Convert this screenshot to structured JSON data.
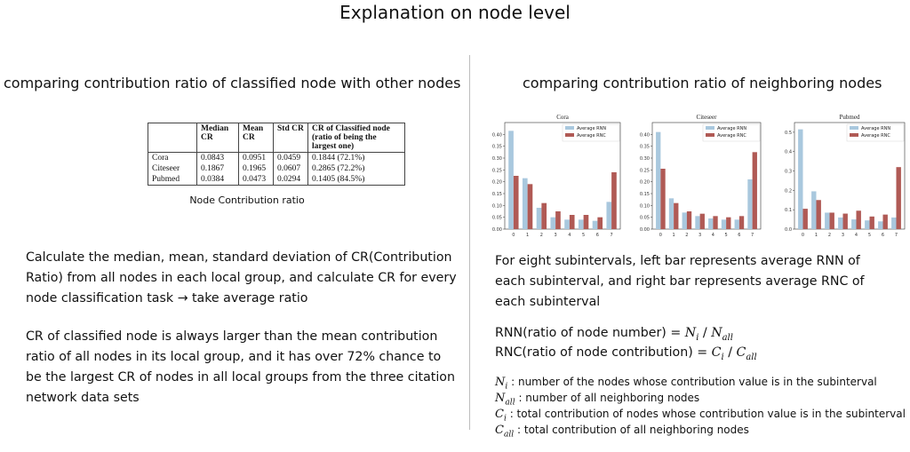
{
  "title": "Explanation on node level",
  "left_heading": "comparing contribution ratio of classified node with other nodes",
  "right_heading": "comparing contribution ratio of neighboring nodes",
  "table": {
    "headers": [
      "",
      "Median CR",
      "Mean CR",
      "Std CR",
      "CR of Classified node (ratio of being the largest one)"
    ],
    "rows": [
      [
        "Cora",
        "0.0843",
        "0.0951",
        "0.0459",
        "0.1844 (72.1%)"
      ],
      [
        "Citeseer",
        "0.1867",
        "0.1965",
        "0.0607",
        "0.2865 (72.2%)"
      ],
      [
        "Pubmed",
        "0.0384",
        "0.0473",
        "0.0294",
        "0.1405 (84.5%)"
      ]
    ],
    "caption": "Node Contribution ratio"
  },
  "para1": "Calculate the median, mean, standard deviation of CR(Contribution Ratio) from all nodes in each local group, and calculate CR for every node classification task → take average ratio",
  "para2": "CR of classified node is always larger than the mean contribution ratio of all nodes in its local group, and it has over 72% chance to be the largest CR of nodes in all local groups from the three citation network data sets",
  "para3": "For eight subintervals, left bar represents average RNN of each subinterval, and right bar represents average RNC of each subinterval",
  "formula1": {
    "label": "RNN(ratio of node number) = ",
    "num": "N",
    "num_sub": "i",
    "den": "N",
    "den_sub": "all"
  },
  "formula2": {
    "label": "RNC(ratio of node contribution) = ",
    "num": "C",
    "num_sub": "i",
    "den": "C",
    "den_sub": "all"
  },
  "definitions": [
    {
      "sym": "N",
      "sub": "i",
      "text": " : number of the nodes whose contribution value is in the subinterval"
    },
    {
      "sym": "N",
      "sub": "all",
      "text": " : number of all neighboring nodes"
    },
    {
      "sym": "C",
      "sub": "i",
      "text": " : total contribution of nodes whose contribution value is in the subinterval"
    },
    {
      "sym": "C",
      "sub": "all",
      "text": " : total contribution of all neighboring nodes"
    }
  ],
  "colors": {
    "rnn": "#a9c8de",
    "rnc": "#b05a55"
  },
  "chart_data": [
    {
      "type": "bar",
      "title": "Cora",
      "categories": [
        "0",
        "1",
        "2",
        "3",
        "4",
        "5",
        "6",
        "7"
      ],
      "series": [
        {
          "name": "Average RNN",
          "values": [
            0.415,
            0.215,
            0.09,
            0.05,
            0.04,
            0.04,
            0.035,
            0.115
          ]
        },
        {
          "name": "Average RNC",
          "values": [
            0.225,
            0.19,
            0.11,
            0.075,
            0.06,
            0.06,
            0.05,
            0.24
          ]
        }
      ],
      "ylim": [
        0,
        0.45
      ],
      "yticks": [
        "0.00",
        "0.05",
        "0.10",
        "0.15",
        "0.20",
        "0.25",
        "0.30",
        "0.35",
        "0.40"
      ],
      "legend": "top-right"
    },
    {
      "type": "bar",
      "title": "Citeseer",
      "categories": [
        "0",
        "1",
        "2",
        "3",
        "4",
        "5",
        "6",
        "7"
      ],
      "series": [
        {
          "name": "Average RNN",
          "values": [
            0.41,
            0.13,
            0.07,
            0.055,
            0.045,
            0.04,
            0.04,
            0.21
          ]
        },
        {
          "name": "Average RNC",
          "values": [
            0.255,
            0.11,
            0.075,
            0.065,
            0.055,
            0.05,
            0.055,
            0.325
          ]
        }
      ],
      "ylim": [
        0,
        0.45
      ],
      "yticks": [
        "0.00",
        "0.05",
        "0.10",
        "0.15",
        "0.20",
        "0.25",
        "0.30",
        "0.35",
        "0.40"
      ],
      "legend": "top-right"
    },
    {
      "type": "bar",
      "title": "Pubmed",
      "categories": [
        "0",
        "1",
        "2",
        "3",
        "4",
        "5",
        "6",
        "7"
      ],
      "series": [
        {
          "name": "Average RNN",
          "values": [
            0.515,
            0.195,
            0.085,
            0.06,
            0.05,
            0.045,
            0.04,
            0.06
          ]
        },
        {
          "name": "Average RNC",
          "values": [
            0.105,
            0.15,
            0.085,
            0.08,
            0.095,
            0.065,
            0.075,
            0.32
          ]
        }
      ],
      "ylim": [
        0,
        0.55
      ],
      "yticks": [
        "0.0",
        "0.1",
        "0.2",
        "0.3",
        "0.4",
        "0.5"
      ],
      "legend": "top-right"
    }
  ]
}
